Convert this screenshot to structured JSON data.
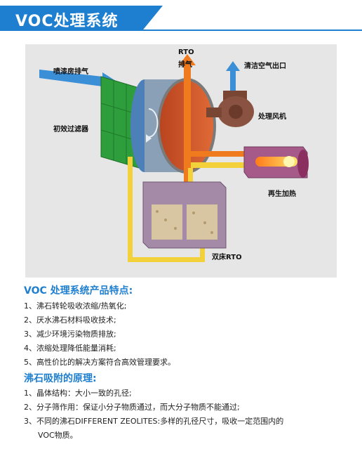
{
  "header": {
    "title": "VOC处理系统"
  },
  "diagram": {
    "labels": {
      "paint_exhaust": "喷漆房排气",
      "rto_exhaust_1": "RTO",
      "rto_exhaust_2": "排气",
      "clean_air": "清洁空气出口",
      "fan": "处理风机",
      "prefilter": "初效过滤器",
      "regen_heat": "再生加热",
      "dual_rto": "双床RTO"
    },
    "icons": [
      "arrow-icon",
      "rotor-icon",
      "filter-icon",
      "fan-icon",
      "heater-icon",
      "rto-icon"
    ]
  },
  "features": {
    "title": "VOC 处理系统产品特点:",
    "items": [
      "1、沸石转轮吸收浓缩/热氧化;",
      "2、厌水沸石材料吸收技术;",
      "3、减少环境污染物质排放;",
      "4、浓缩处理降低能量消耗;",
      "5、高性价比的解决方案符合高效管理要求。"
    ]
  },
  "principle": {
    "title": "沸石吸附的原理:",
    "items": [
      "1、晶体结构：大小一致的孔径;",
      "2、分子筛作用：保证小分子物质通过，而大分子物质不能通过;",
      "3、不同的沸石DIFFERENT ZEOLITES:多样的孔径尺寸，吸收一定范围内的",
      "VOC物质。"
    ]
  }
}
